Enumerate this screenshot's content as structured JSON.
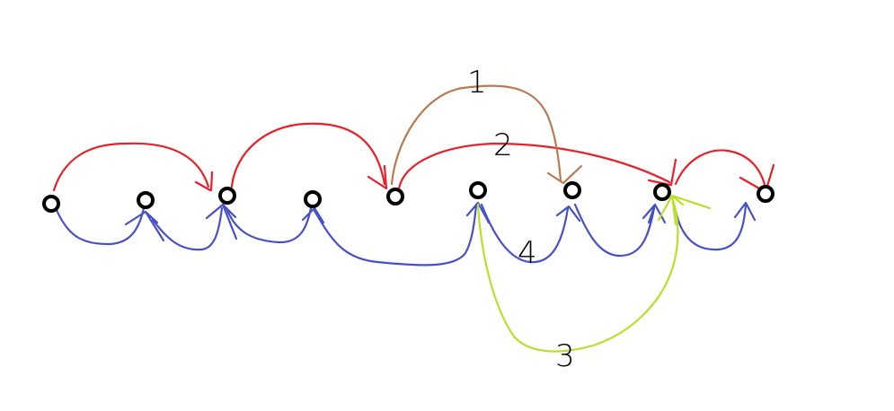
{
  "colors": {
    "background": "#ffffff",
    "node": "#000000",
    "red": "#e8202a",
    "blue": "#4650c8",
    "brown": "#b87a52",
    "lime": "#b8e02a"
  },
  "nodes": [
    "n1",
    "n2",
    "n3",
    "n4",
    "n5",
    "n6",
    "n7",
    "n8",
    "n9"
  ],
  "labels": {
    "arc1": "1",
    "arc2": "2",
    "arc3": "3",
    "arc4": "4"
  }
}
